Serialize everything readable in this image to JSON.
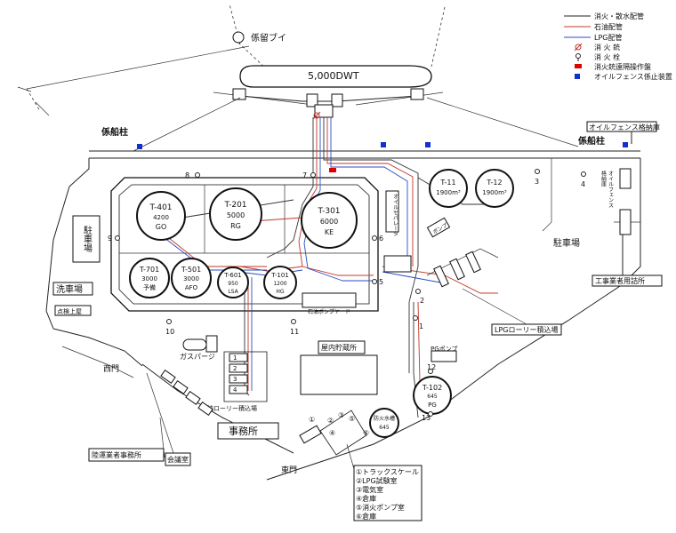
{
  "legend": {
    "items": [
      {
        "label": "消火・散水配管"
      },
      {
        "label": "石油配管"
      },
      {
        "label": "LPG配管"
      },
      {
        "label": "消 火 銃"
      },
      {
        "label": "消 火 栓"
      },
      {
        "label": "消火銃遠隔操作盤",
        "color": "#e00000"
      },
      {
        "label": "オイルフェンス係止装置",
        "color": "#1030d0"
      }
    ]
  },
  "sea": {
    "buoy": "係留ブイ",
    "ship": "5,000DWT",
    "mooring_left": "係船柱",
    "mooring_right": "係船柱",
    "fence_store": "オイルフェンス格納庫",
    "fence_vertical": "オイルフェンス",
    "fence_store_small": "格納庫"
  },
  "tanks": [
    {
      "id": "T-401",
      "capacity": "4200",
      "product": "GO"
    },
    {
      "id": "T-201",
      "capacity": "5000",
      "product": "RG"
    },
    {
      "id": "T-301",
      "capacity": "6000",
      "product": "KE"
    },
    {
      "id": "T-701",
      "capacity": "3000",
      "product": "予備"
    },
    {
      "id": "T-501",
      "capacity": "3000",
      "product": "AFO"
    },
    {
      "id": "T-601",
      "capacity": "950",
      "product": "LSA"
    },
    {
      "id": "T-101",
      "capacity": "1200",
      "product": "HG"
    },
    {
      "id": "T-11",
      "capacity": "1900m³"
    },
    {
      "id": "T-12",
      "capacity": "1900m³"
    },
    {
      "id": "T-102",
      "capacity": "645",
      "product": "PG"
    }
  ],
  "hydrants": [
    "8",
    "7",
    "9",
    "6",
    "5",
    "10",
    "11",
    "3",
    "4",
    "2",
    "1",
    "12",
    "13"
  ],
  "labels": {
    "parking_left": "駐車場",
    "parking_right": "駐車場",
    "wash": "洗車場",
    "wash_small": "点検上屋",
    "west_gate": "西門",
    "east_gate": "東門",
    "gas_purge": "ガスパージ",
    "tanker_loading": "石油ローリー積込場",
    "office": "事務所",
    "indoor_storage": "屋内貯蔵所",
    "oil_pump_yard": "石油ポンプヤード",
    "lpg_loading": "LPGローリー積込場",
    "contractor_office": "工事業者用詰所",
    "transport_office": "陸運業者事務所",
    "meeting_room": "会議室",
    "pg_pump": "PGポンプ",
    "fire_water_tank": "防火水槽",
    "fire_water_tank_cap": "645",
    "oil_separator": "オイルセパレータ",
    "pump_small": "ポンプ"
  },
  "bays": [
    "1",
    "2",
    "3",
    "4"
  ],
  "facilities": [
    "①トラックスケール",
    "②LPG試験室",
    "③電気室",
    "④倉庫",
    "⑤消火ポンプ室",
    "⑥倉庫"
  ],
  "facility_markers": [
    "①",
    "②",
    "③",
    "④",
    "⑤",
    "⑥"
  ]
}
